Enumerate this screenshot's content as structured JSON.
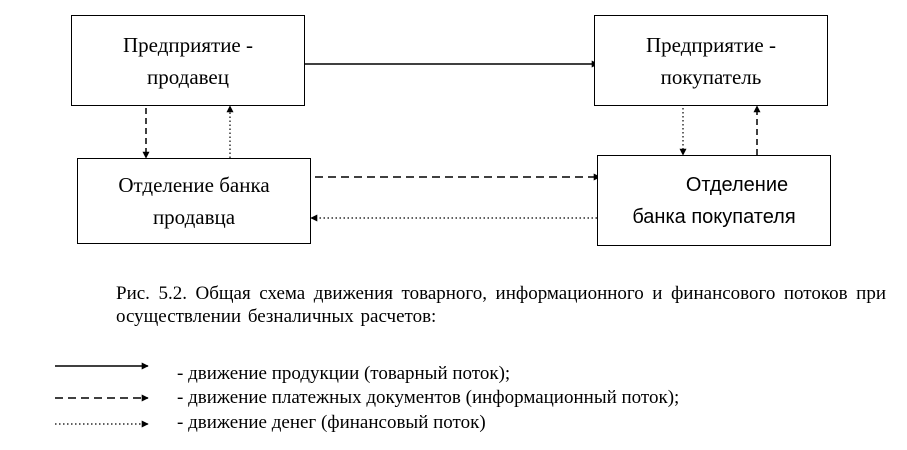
{
  "boxes": {
    "seller": {
      "line1": "Предприятие -",
      "line2": "продавец"
    },
    "buyer": {
      "line1": "Предприятие -",
      "line2": "покупатель"
    },
    "seller_bank": {
      "line1": "Отделение банка",
      "line2": "продавца"
    },
    "buyer_bank": {
      "line1": "Отделение",
      "line2": "банка покупателя"
    }
  },
  "caption": {
    "text": "Рис. 5.2. Общая схема движения товарного, информационного и финансового потоков при осуществлении безналичных расчетов:"
  },
  "legend": {
    "product": "- движение продукции (товарный поток);",
    "documents": "- движение платежных документов (информационный поток);",
    "money": "- движение денег (финансовый поток)"
  }
}
